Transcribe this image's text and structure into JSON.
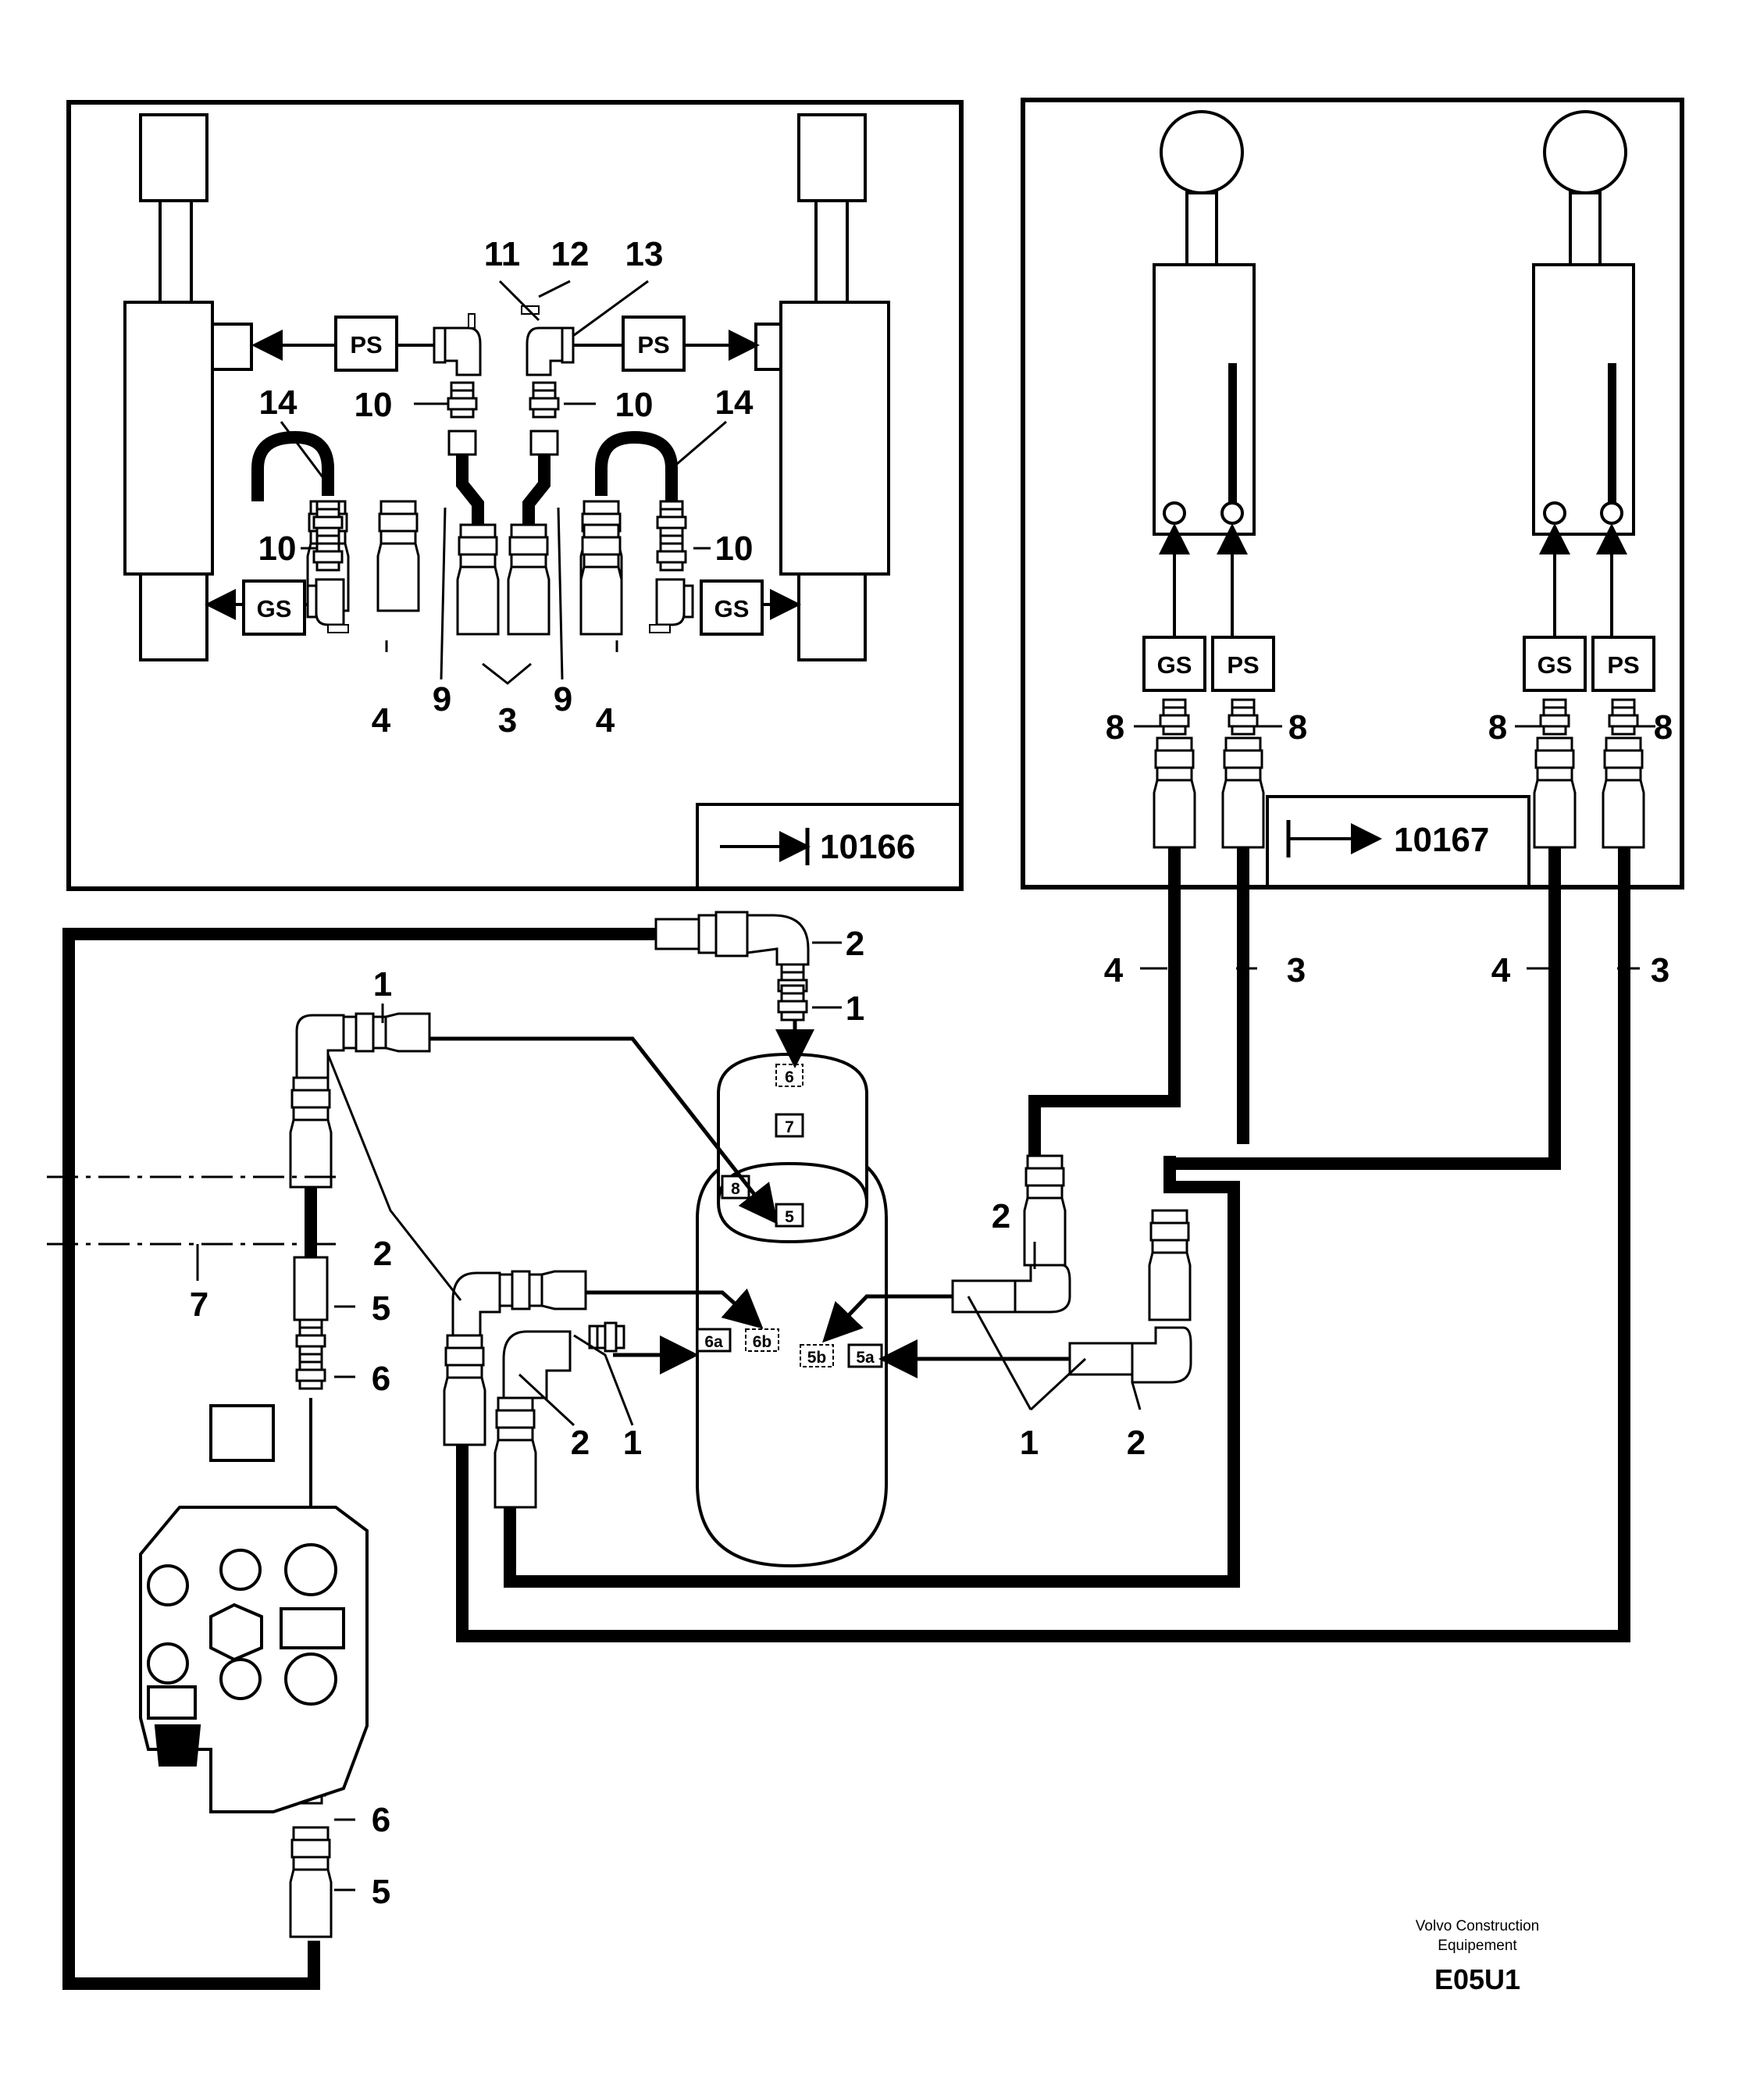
{
  "boxes": {
    "pressure_switch": "PS",
    "gear_switch": "GS"
  },
  "references": {
    "left_ref": "10166",
    "right_ref": "10167"
  },
  "tags": {
    "t5": "5",
    "t6": "6",
    "t7": "7",
    "t8": "8",
    "t5a": "5a",
    "t5b": "5b",
    "t6a": "6a",
    "t6b": "6b"
  },
  "callouts": {
    "n1": "1",
    "n2": "2",
    "n3": "3",
    "n4": "4",
    "n5": "5",
    "n6": "6",
    "n7": "7",
    "n8": "8",
    "n9": "9",
    "n10": "10",
    "n11": "11",
    "n12": "12",
    "n13": "13",
    "n14": "14"
  },
  "footer": {
    "brand_line1": "Volvo Construction",
    "brand_line2": "Equipement",
    "code": "E05U1"
  }
}
